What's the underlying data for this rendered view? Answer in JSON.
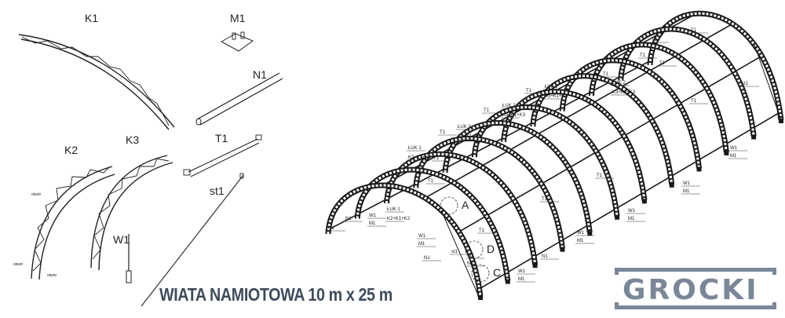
{
  "parts": {
    "K1": "K1",
    "M1": "M1",
    "N1": "N1",
    "K2": "K2",
    "K3": "K3",
    "T1": "T1",
    "st1": "st1",
    "W1": "W1",
    "hole_label": "otwór"
  },
  "assembly": {
    "arch_count": 12,
    "details": [
      "A",
      "D",
      "C"
    ],
    "labels": [
      "T1",
      "ŁUK 1",
      "K2+K1+K2",
      "T1",
      "ŁUK 1",
      "K2+K1+K2",
      "T1",
      "ŁUK 2",
      "K3+K1+K3",
      "T1",
      "ŁUK 2",
      "K3+K1+K3",
      "T1",
      "ŁUK 2",
      "K3+K1+K3",
      "T1",
      "ŁUK 2",
      "K3+K1+K3",
      "T1",
      "T1",
      "T1",
      "T1",
      "st1",
      "N1",
      "N1",
      "W1",
      "M1",
      "W1",
      "M1",
      "W1",
      "M1",
      "W1",
      "M1",
      "W1",
      "M1",
      "W1",
      "M1",
      "W1",
      "M1",
      "W1",
      "M1",
      "N1",
      "N1",
      "st1",
      "T1",
      "T1",
      "T1",
      "T1"
    ]
  },
  "title": "WIATA NAMIOTOWA 10 m x 25 m",
  "logo": "GROCKI",
  "colors": {
    "title": "#3f4c5d",
    "logo": "#7a8799",
    "lines": "#1a1a1a"
  }
}
